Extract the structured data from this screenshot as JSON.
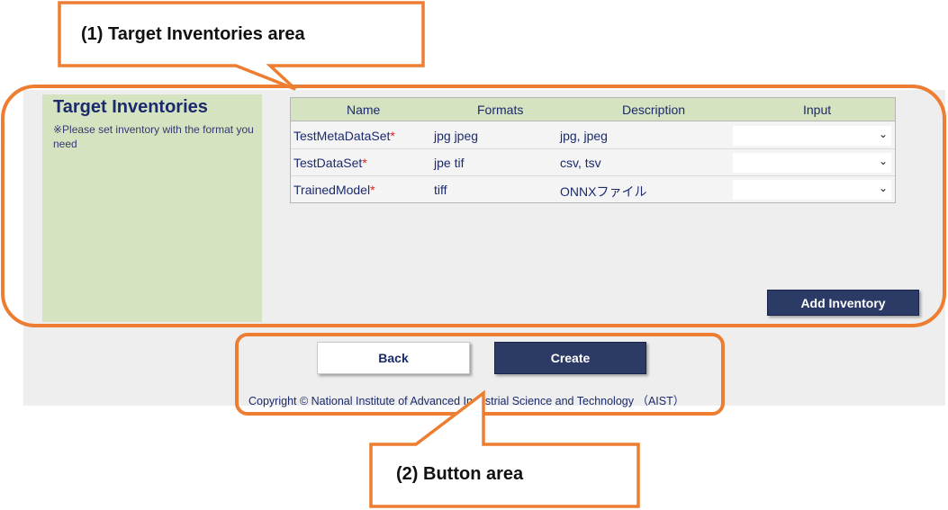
{
  "callouts": {
    "target_area": "(1) Target Inventories area",
    "button_area": "(2) Button area"
  },
  "inventories": {
    "title": "Target Inventories",
    "note": "※Please set inventory with the format you need",
    "columns": [
      "Name",
      "Formats",
      "Description",
      "Input"
    ],
    "rows": [
      {
        "name": "TestMetaDataSet",
        "required": "*",
        "formats": "jpg jpeg",
        "description": "jpg, jpeg",
        "input": ""
      },
      {
        "name": "TestDataSet",
        "required": "*",
        "formats": "jpe tif",
        "description": "csv, tsv",
        "input": ""
      },
      {
        "name": "TrainedModel",
        "required": "*",
        "formats": "tiff",
        "description": "ONNXファイル",
        "input": ""
      }
    ],
    "add_button": "Add Inventory"
  },
  "buttons": {
    "back": "Back",
    "create": "Create"
  },
  "footer": {
    "copyright": "Copyright © National Institute of Advanced Industrial Science and Technology （AIST）"
  },
  "colors": {
    "callout_orange": "#ed7d31",
    "dark_button": "#2c3a66",
    "header_green": "#d5e3c0"
  }
}
